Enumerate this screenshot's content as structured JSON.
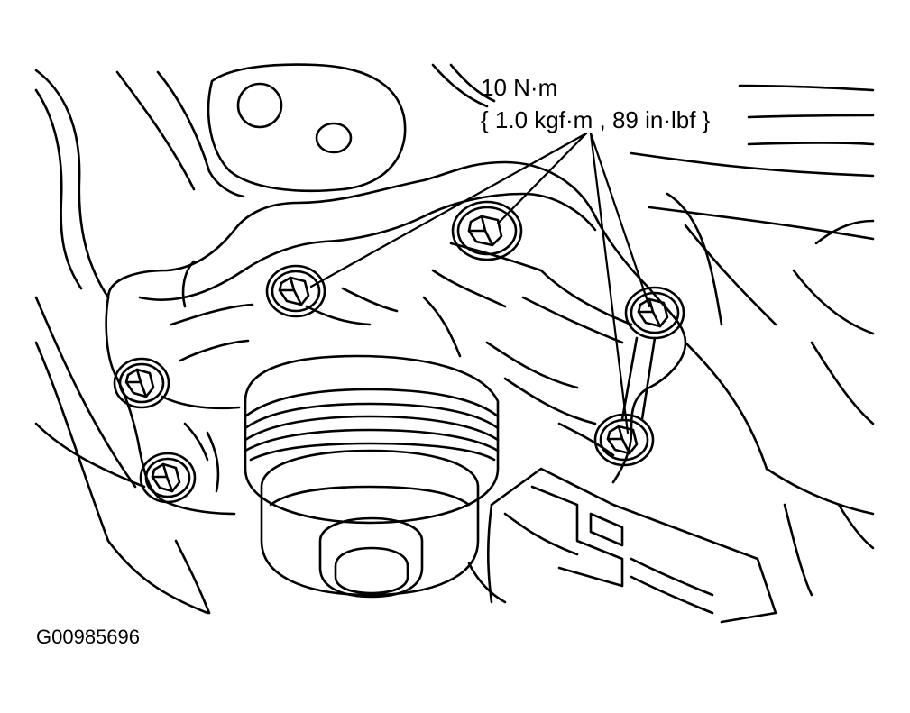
{
  "diagram": {
    "torque_spec": {
      "value": "10 N·m",
      "alternates": "{ 1.0 kgf·m , 89 in·lbf }"
    },
    "figure_id": "G00985696",
    "bolt_count": 6,
    "line_color": "#000000",
    "background": "#ffffff"
  }
}
